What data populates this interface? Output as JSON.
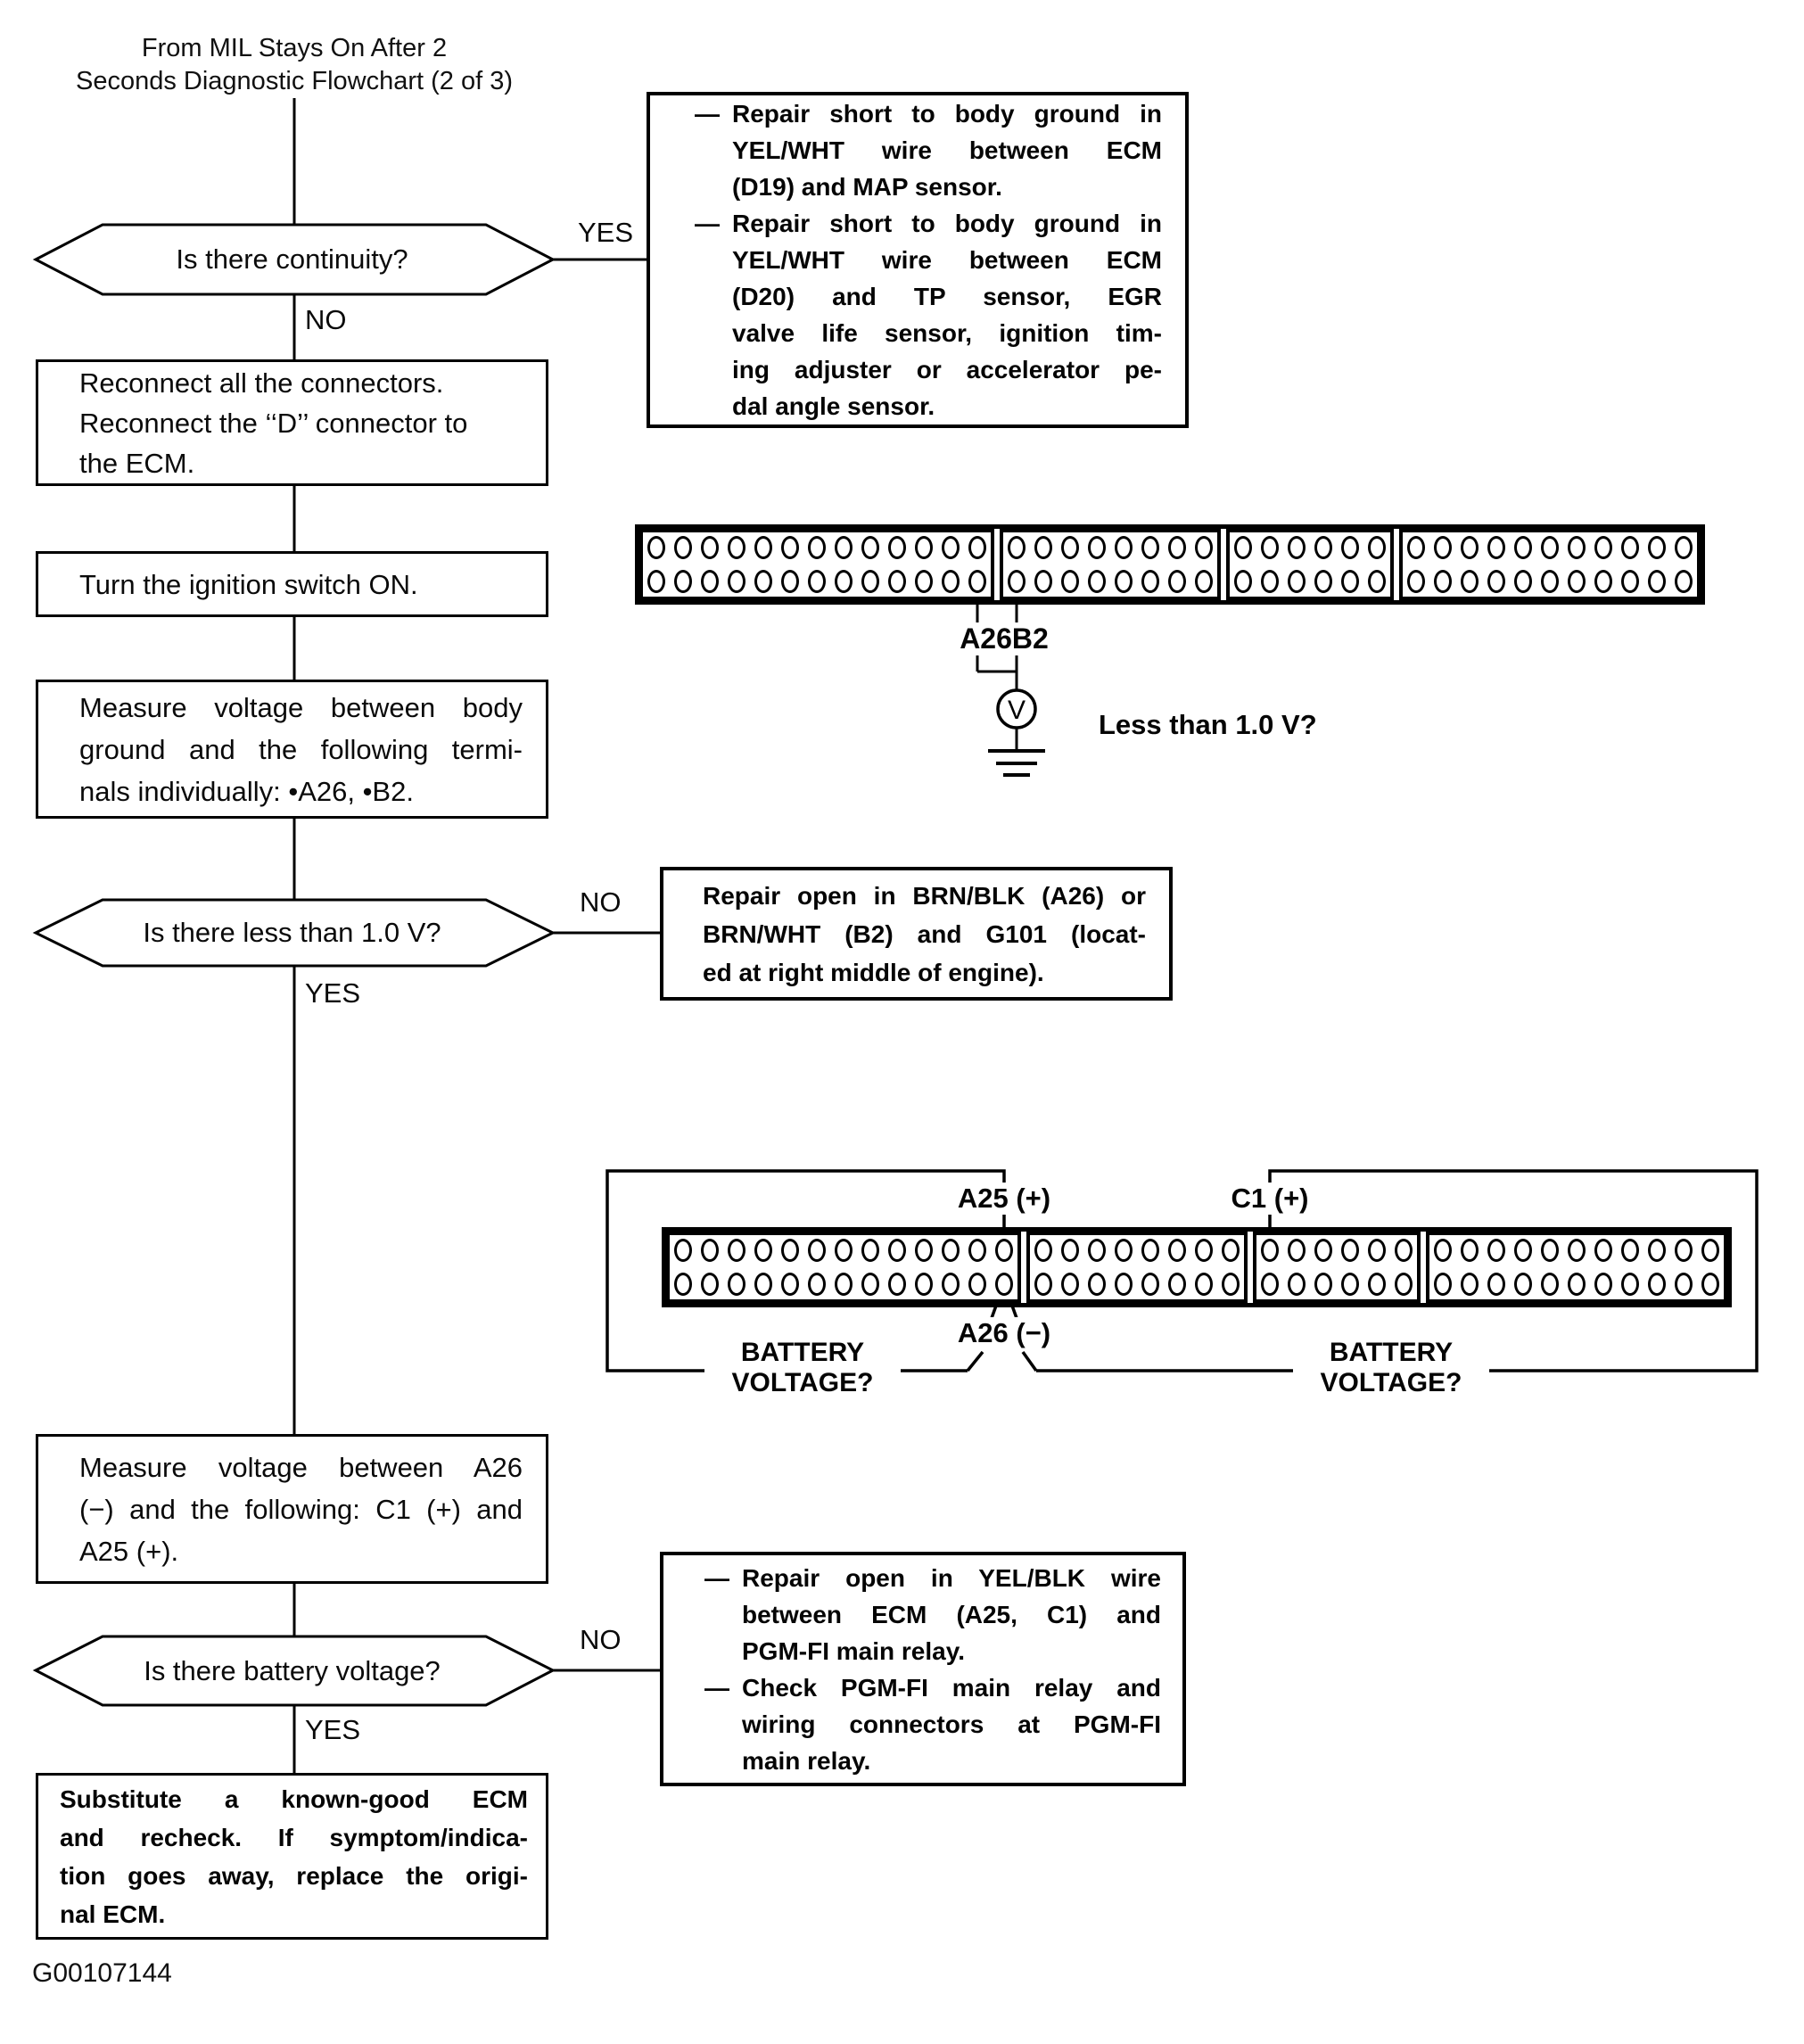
{
  "page": {
    "title_line1": "From MIL Stays On After 2",
    "title_line2": "Seconds Diagnostic Flowchart (2 of 3)",
    "figure_id": "G00107144"
  },
  "flow": {
    "d1": {
      "text": "Is there continuity?",
      "yes": "YES",
      "no": "NO"
    },
    "p1": {
      "lines": [
        "Reconnect all the connectors.",
        "Reconnect the ‘‘D’’ connector to",
        "the ECM."
      ]
    },
    "p2": {
      "lines": [
        "Turn the ignition switch ON."
      ]
    },
    "p3": {
      "lines": [
        "Measure voltage between body",
        "ground and the following termi-",
        "nals individually: •A26, •B2."
      ]
    },
    "d2": {
      "text": "Is there less than 1.0 V?",
      "yes": "YES",
      "no": "NO"
    },
    "p4": {
      "lines": [
        "Measure voltage between A26",
        "(−) and the following: C1 (+) and",
        "A25 (+)."
      ]
    },
    "d3": {
      "text": "Is there battery voltage?",
      "yes": "YES",
      "no": "NO"
    },
    "p5": {
      "lines": [
        "Substitute a known-good ECM",
        "and recheck. If symptom/indica-",
        "tion goes away, replace the origi-",
        "nal ECM."
      ]
    }
  },
  "actions": {
    "dash": "—",
    "short_item1": {
      "lines": [
        "Repair short to body ground in",
        "YEL/WHT wire between ECM",
        "(D19) and MAP sensor."
      ]
    },
    "short_item2": {
      "lines": [
        "Repair short to body ground in",
        "YEL/WHT wire between ECM",
        "(D20) and TP sensor, EGR",
        "valve life sensor, ignition tim-",
        "ing adjuster or accelerator pe-",
        "dal angle sensor."
      ]
    },
    "open_ground": {
      "lines": [
        "Repair open in BRN/BLK (A26) or",
        "BRN/WHT (B2) and G101 (locat-",
        "ed at right middle of engine)."
      ]
    },
    "relay_item1": {
      "lines": [
        "Repair open in YEL/BLK wire",
        "between ECM (A25, C1) and",
        "PGM-FI main relay."
      ]
    },
    "relay_item2": {
      "lines": [
        "Check PGM-FI main relay and",
        "wiring connectors at PGM-FI",
        "main relay."
      ]
    }
  },
  "diagram1": {
    "pins_label": "A26B2",
    "question": "Less than 1.0 V?",
    "meter_letter": "V"
  },
  "diagram2": {
    "a25_label": "A25 (+)",
    "c1_label": "C1 (+)",
    "a26_label": "A26 (−)",
    "battery_question": "BATTERY VOLTAGE?"
  },
  "connectors": {
    "rows": 2,
    "sections": [
      13,
      8,
      6,
      11
    ]
  }
}
